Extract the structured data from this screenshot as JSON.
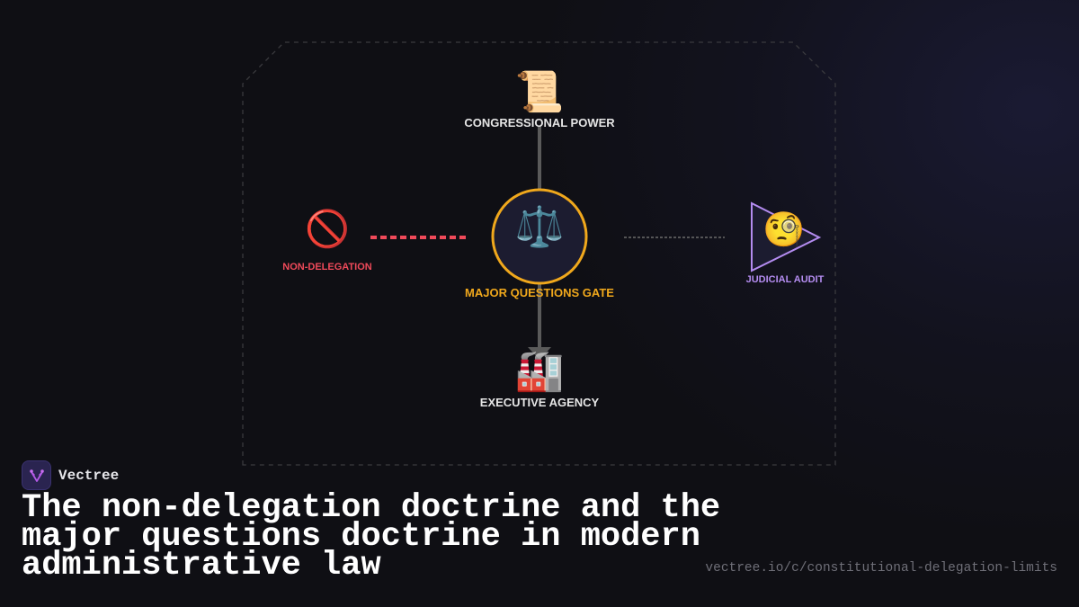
{
  "diagram": {
    "nodes": {
      "congressional_power": {
        "label": "CONGRESSIONAL POWER",
        "icon": "scroll-icon",
        "glyph": "📜",
        "color": "#e6e6e6"
      },
      "major_questions_gate": {
        "label": "MAJOR QUESTIONS GATE",
        "icon": "balance-scale-icon",
        "glyph": "⚖️",
        "color": "#f0a81c"
      },
      "non_delegation": {
        "label": "NON-DELEGATION",
        "icon": "prohibited-icon",
        "glyph": "🚫",
        "color": "#f04a5a"
      },
      "judicial_audit": {
        "label": "JUDICIAL AUDIT",
        "icon": "monocle-face-icon",
        "glyph": "🧐",
        "color": "#b48cf0"
      },
      "executive_agency": {
        "label": "EXECUTIVE AGENCY",
        "icon": "factory-icon",
        "glyph": "🏭",
        "color": "#e6e6e6"
      }
    },
    "edges": [
      {
        "from": "congressional_power",
        "to": "major_questions_gate",
        "style": "solid",
        "color": "#5a5a5a"
      },
      {
        "from": "major_questions_gate",
        "to": "executive_agency",
        "style": "solid-arrow",
        "color": "#5a5a5a"
      },
      {
        "from": "non_delegation",
        "to": "major_questions_gate",
        "style": "dashed",
        "color": "#f04a5a"
      },
      {
        "from": "major_questions_gate",
        "to": "judicial_audit",
        "style": "dotted",
        "color": "#6a6a6a"
      }
    ]
  },
  "brand": {
    "name": "Vectree",
    "icon": "vectree-logo-icon"
  },
  "title": "The non-delegation doctrine and the major questions doctrine in modern administrative law",
  "url": "vectree.io/c/constitutional-delegation-limits",
  "colors": {
    "background": "#0f0f14",
    "gate_ring": "#f0a81c",
    "gate_fill": "#1c1c30",
    "judicial_accent": "#b48cf0",
    "non_delegation_accent": "#f04a5a"
  }
}
